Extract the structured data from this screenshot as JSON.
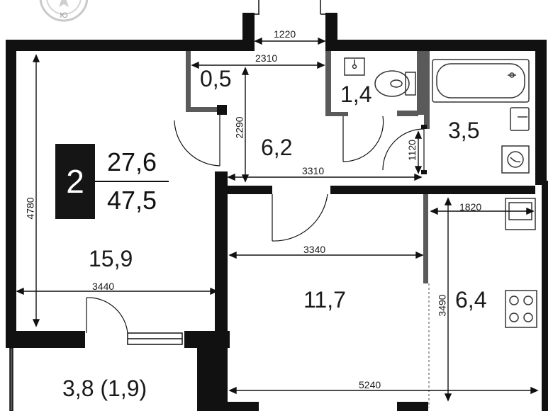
{
  "apartment": {
    "rooms_count": "2",
    "living_area": "27,6",
    "total_area": "47,5"
  },
  "compass": {
    "letter": "Ю"
  },
  "rooms": {
    "living_room": "15,9",
    "closet": "0,5",
    "hallway": "6,2",
    "toilet": "1,4",
    "bathroom": "3,5",
    "bedroom": "11,7",
    "kitchen": "6,4",
    "balcony": "3,8 (1,9)"
  },
  "dimensions": {
    "entrance_width": "1220",
    "hall_top_width": "2310",
    "hall_height": "2290",
    "hall_bottom_width": "3310",
    "bath_door_height": "1120",
    "living_height": "4780",
    "living_width": "3440",
    "bedroom_width": "3340",
    "kitchen_width": "1820",
    "kitchen_height": "3490",
    "total_width": "5240"
  },
  "colors": {
    "wall": "#111111",
    "partition": "#5a5a5a",
    "fixture": "#333333"
  }
}
